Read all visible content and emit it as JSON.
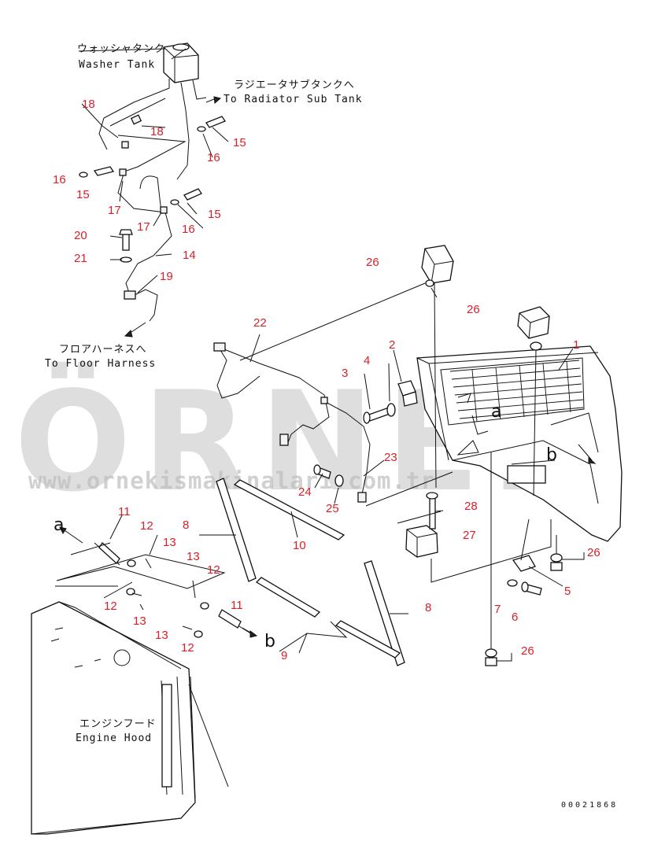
{
  "labels": {
    "washer_tank_jp": "ウォッシャタンク",
    "washer_tank_en": "Washer Tank",
    "radiator_jp": "ラジエータサブタンクへ",
    "radiator_en": "To Radiator Sub Tank",
    "floor_jp": "フロアハーネスへ",
    "floor_en": "To Floor Harness",
    "hood_jp": "エンジンフード",
    "hood_en": "Engine Hood"
  },
  "part_numbers": [
    "1",
    "2",
    "3",
    "4",
    "5",
    "6",
    "7",
    "8",
    "8",
    "9",
    "10",
    "11",
    "11",
    "12",
    "12",
    "12",
    "12",
    "13",
    "13",
    "13",
    "13",
    "14",
    "15",
    "15",
    "15",
    "16",
    "16",
    "16",
    "17",
    "17",
    "18",
    "18",
    "19",
    "20",
    "21",
    "22",
    "23",
    "24",
    "25",
    "26",
    "26",
    "26",
    "26",
    "27",
    "28"
  ],
  "reference_letters": [
    "a",
    "a",
    "b",
    "b"
  ],
  "watermark": {
    "text": "ÖRNEK",
    "url": "www.ornekismakinalari.com.tr"
  },
  "document_number": "00021868",
  "colors": {
    "part_number": "#d8202a",
    "line": "#111111",
    "watermark": "#c2c2c2"
  }
}
